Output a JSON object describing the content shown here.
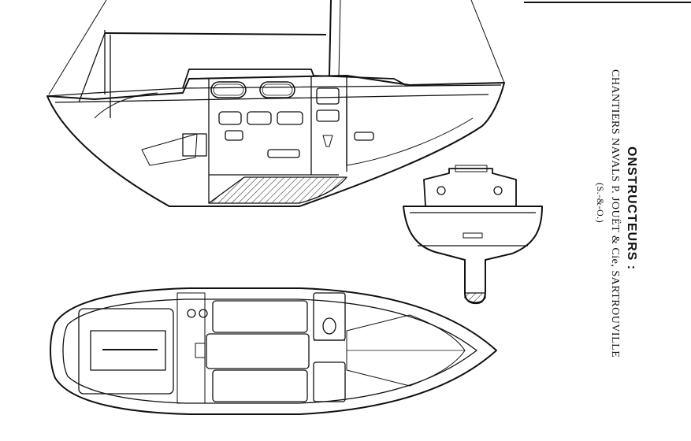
{
  "captions": {
    "heading": "ONSTRUCTEURS :",
    "builder": "CHANTIERS NAVALS P. JOUËT & Cie, SARTROUVILLE",
    "region": "(S.-&-O.)"
  }
}
